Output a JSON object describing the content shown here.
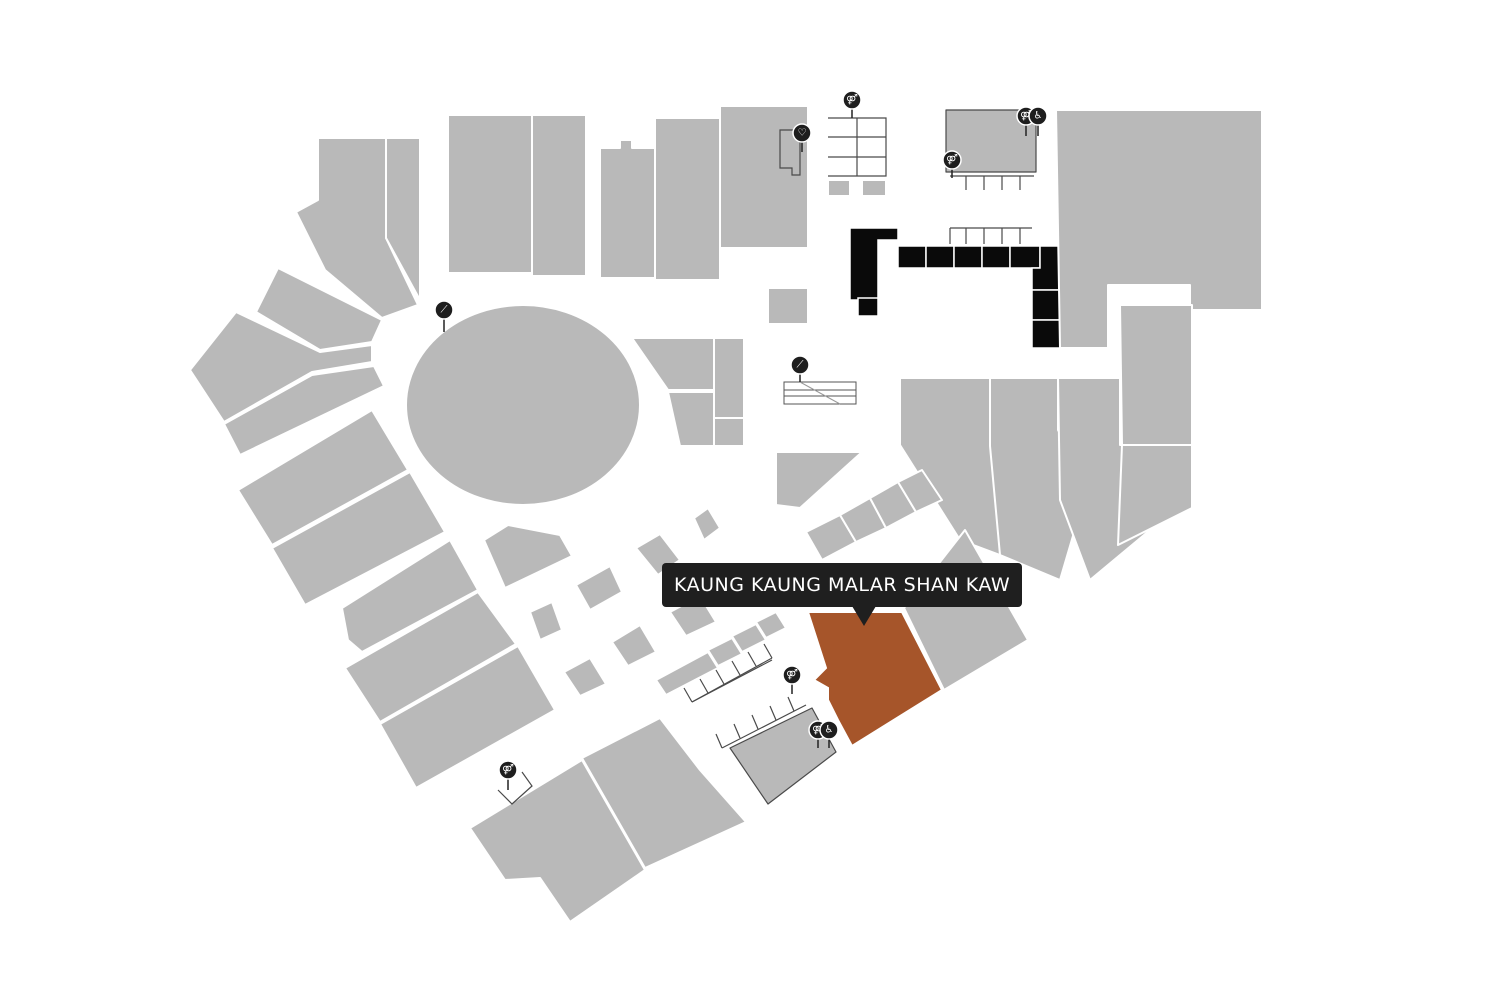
{
  "map": {
    "selected_store": {
      "name": "KAUNG KAUNG MALAR SHAN KAW",
      "accent_color": "#a6552a"
    },
    "colors": {
      "unit_fill": "#b9b9b9",
      "unit_stroke": "#ffffff",
      "highlight_group": "#0a0a0a",
      "background": "#ffffff",
      "marker": "#1e1e1e"
    },
    "amenity_markers": [
      {
        "id": "restroom-north",
        "icon": "restroom-icon"
      },
      {
        "id": "family-room",
        "icon": "baby-care-icon"
      },
      {
        "id": "restroom-northeast",
        "icon": "restroom-icon"
      },
      {
        "id": "accessible-northeast",
        "icon": "wheelchair-icon"
      },
      {
        "id": "restroom-northeast-2",
        "icon": "restroom-icon"
      },
      {
        "id": "escalator-west",
        "icon": "escalator-icon"
      },
      {
        "id": "escalator-center",
        "icon": "escalator-icon"
      },
      {
        "id": "restroom-south-1",
        "icon": "restroom-icon"
      },
      {
        "id": "restroom-south-2",
        "icon": "restroom-icon"
      },
      {
        "id": "accessible-south",
        "icon": "wheelchair-icon"
      },
      {
        "id": "restroom-southwest",
        "icon": "restroom-icon"
      }
    ]
  }
}
